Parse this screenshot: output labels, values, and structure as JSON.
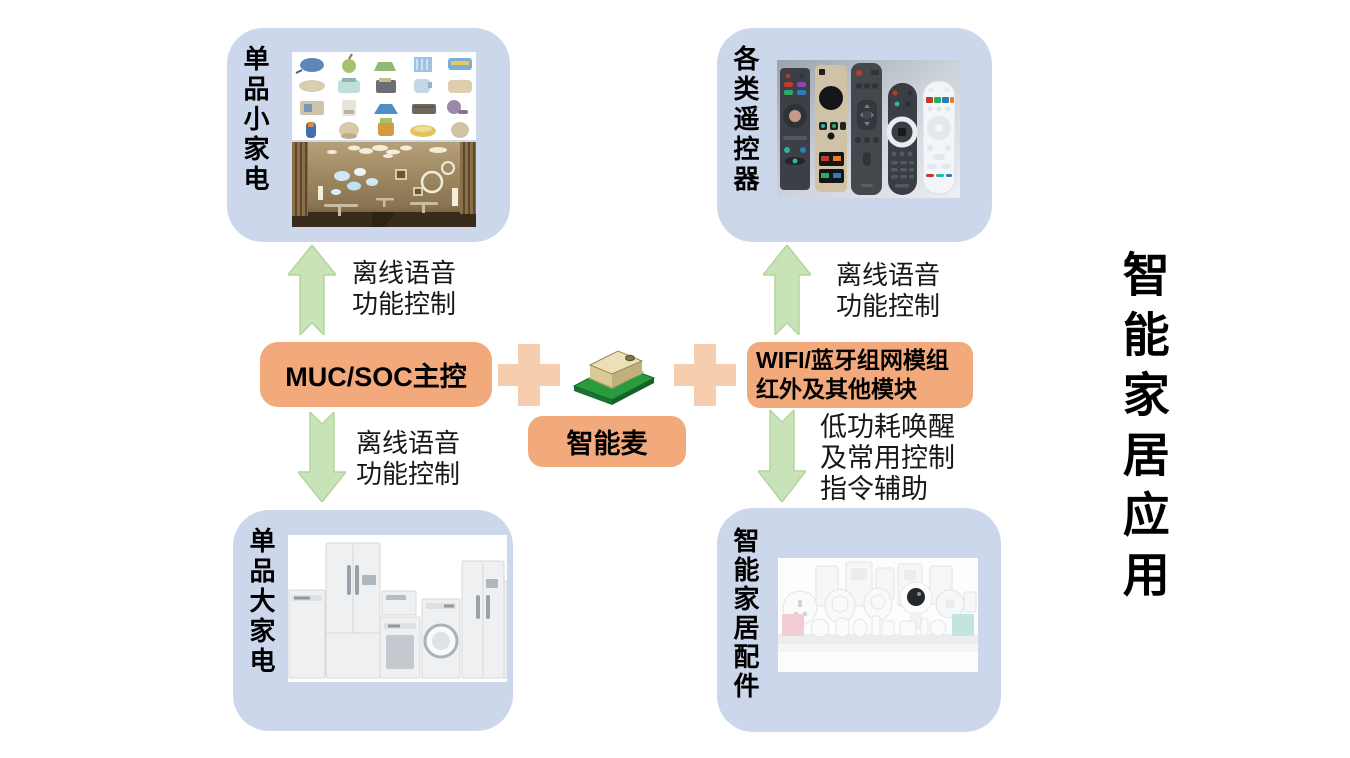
{
  "slide": {
    "side_title": "智能家居应用",
    "background": "#ffffff"
  },
  "nodes": {
    "top_left": {
      "label": "单品小家电",
      "images": [
        "small-appliances-collage",
        "smart-lighting-showroom"
      ]
    },
    "top_right": {
      "label": "各类遥控器",
      "images": [
        "remote-controls-photo"
      ]
    },
    "bottom_left": {
      "label": "单品大家电",
      "images": [
        "large-appliances-photo"
      ]
    },
    "bottom_right": {
      "label": "智能家居配件",
      "images": [
        "smart-home-accessories-photo"
      ]
    }
  },
  "center": {
    "mcu_box_label": "MUC/SOC主控",
    "mic_chip_image": "mems-microphone-chip",
    "mic_box_label": "智能麦",
    "module_box_line1": "WIFI/蓝牙组网模组",
    "module_box_line2": "红外及其他模块"
  },
  "arrow_captions": {
    "top_left": [
      "离线语音",
      "功能控制"
    ],
    "top_right": [
      "离线语音",
      "功能控制"
    ],
    "bottom_left": [
      "离线语音",
      "功能控制"
    ],
    "bottom_right": [
      "低功耗唤醒",
      "及常用控制",
      "指令辅助"
    ]
  },
  "icons": {
    "plus": "plus-cross-shape",
    "arrow_up": "notched-arrow-up",
    "arrow_down": "notched-arrow-down"
  },
  "colors": {
    "node_box_blue": "#ccd7ec",
    "accent_orange": "#f2a97b",
    "plus_orange": "#f7cdb0",
    "arrow_green_fill": "#c9e3b8",
    "arrow_green_border": "#b2d69b",
    "text": "#000000"
  }
}
